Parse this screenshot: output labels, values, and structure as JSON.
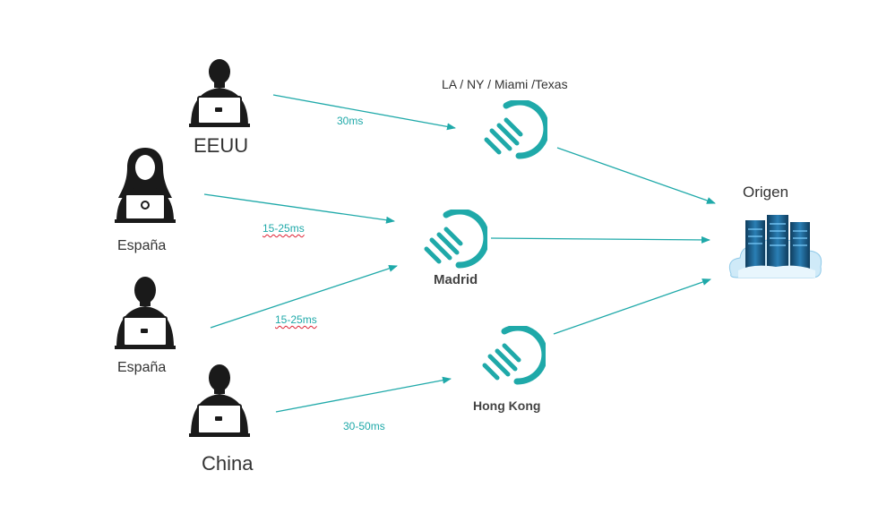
{
  "colors": {
    "accent": "#1fa9a9",
    "person": "#1a1a1a",
    "server": "#1e5f8c",
    "cloud": "#bfe3f6"
  },
  "users": [
    {
      "id": "eeuu",
      "label": "EEUU",
      "icon": "person-laptop-icon"
    },
    {
      "id": "espana-1",
      "label": "España",
      "icon": "woman-laptop-icon"
    },
    {
      "id": "espana-2",
      "label": "España",
      "icon": "person-laptop-icon"
    },
    {
      "id": "china",
      "label": "China",
      "icon": "person-laptop-icon"
    }
  ],
  "edges": [
    {
      "id": "la",
      "label": "LA / NY / Miami /Texas",
      "icon": "edge-node-icon"
    },
    {
      "id": "madrid",
      "label": "Madrid",
      "icon": "edge-node-icon"
    },
    {
      "id": "hongkong",
      "label": "Hong Kong",
      "icon": "edge-node-icon"
    }
  ],
  "origin": {
    "label": "Origen",
    "icon": "server-cloud-icon"
  },
  "latencies": [
    {
      "from": "eeuu",
      "to": "la",
      "label": "30ms"
    },
    {
      "from": "espana-1",
      "to": "madrid",
      "label": "15-25ms"
    },
    {
      "from": "espana-2",
      "to": "madrid",
      "label": "15-25ms"
    },
    {
      "from": "china",
      "to": "hongkong",
      "label": "30-50ms"
    }
  ]
}
